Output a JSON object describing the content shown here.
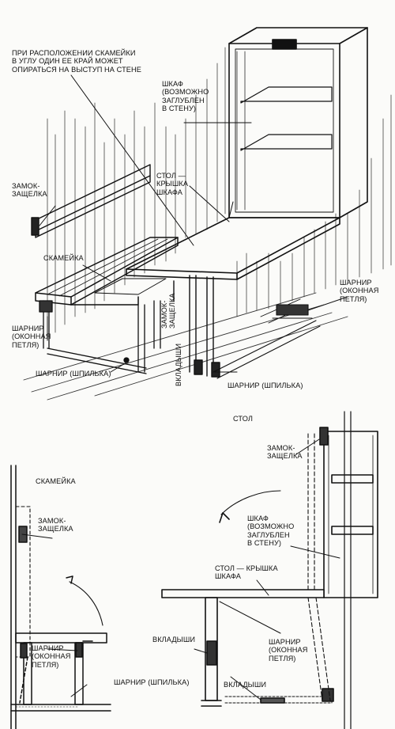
{
  "top_view": {
    "note_corner": "ПРИ РАСПОЛОЖЕНИИ СКАМЕЙКИ\nВ УГЛУ ОДИН ЕЕ КРАЙ МОЖЕТ\nОПИРАТЬСЯ НА ВЫСТУП НА СТЕНЕ",
    "cabinet": "ШКАФ\n(ВОЗМОЖНО\nЗАГЛУБЛЕН\nВ СТЕНУ)",
    "latch": "ЗАМОК-\nЗАЩЕЛКА",
    "table_top": "СТОЛ —\nКРЫШКА\nШКАФА",
    "bench": "СКАМЕЙКА",
    "hinge_window_right": "ШАРНИР\n(ОКОННАЯ\nПЕТЛЯ)",
    "hinge_window_left": "ШАРНИР\n(ОКОННАЯ\nПЕТЛЯ)",
    "latch_vertical": "ЗАМОК-\nЗАЩЕЛКА",
    "inserts_vertical": "ВКЛАДЫШИ",
    "hinge_pin_left": "ШАРНИР (ШПИЛЬКА)",
    "hinge_pin_right": "ШАРНИР (ШПИЛЬКА)"
  },
  "side_views": {
    "table_heading": "СТОЛ",
    "bench_heading": "СКАМЕЙКА",
    "bench_latch": "ЗАМОК-\nЗАЩЕЛКА",
    "bench_hinge_window": "ШАРНИР\n(ОКОННАЯ\nПЕТЛЯ)",
    "bench_hinge_pin": "ШАРНИР (ШПИЛЬКА)",
    "table_latch": "ЗАМОК-\nЗАЩЕЛКА",
    "table_cabinet": "ШКАФ\n(ВОЗМОЖНО\nЗАГЛУБЛЕН\nВ СТЕНУ)",
    "table_top": "СТОЛ — КРЫШКА\nШКАФА",
    "inserts_left": "ВКЛАДЫШИ",
    "table_hinge_window": "ШАРНИР\n(ОКОННАЯ\nПЕТЛЯ)",
    "inserts_bottom": "ВКЛАДЫШИ"
  },
  "colors": {
    "ink": "#111111",
    "paper": "#fbfbf9"
  }
}
